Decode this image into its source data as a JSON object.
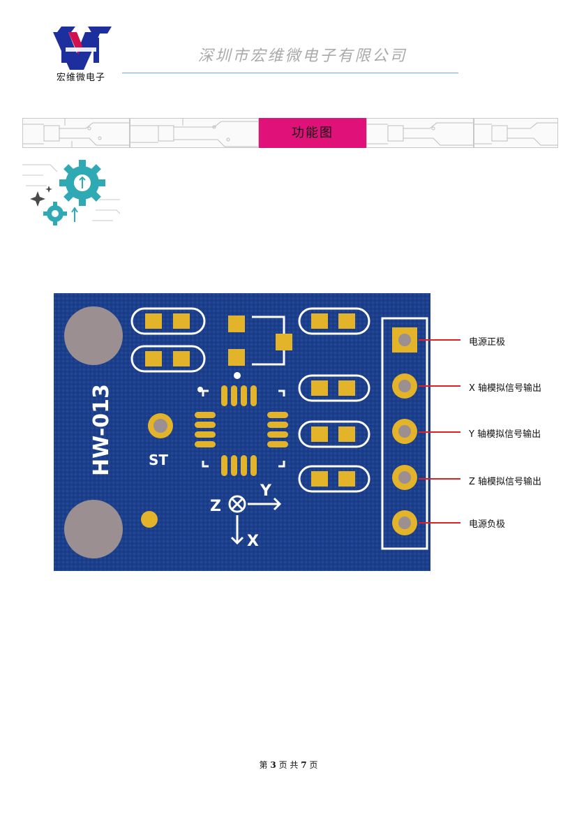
{
  "header": {
    "logo_caption": "宏维微电子",
    "company_name": "深圳市宏维微电子有限公司",
    "rule_color": "#6fa8dc"
  },
  "section": {
    "title": "功能图",
    "accent_color": "#e0127a"
  },
  "board": {
    "model_label": "HW-013",
    "test_pad_label": "ST",
    "axis_labels": {
      "z": "Z",
      "y": "Y",
      "x": "X"
    },
    "board_color": "#1b3f8a",
    "pad_color": "#e3b32a"
  },
  "pin_callouts": [
    "电源正极",
    "X 轴模拟信号输出",
    "Y 轴模拟信号输出",
    "Z 轴模拟信号输出",
    "电源负极"
  ],
  "footer": {
    "prefix": "第",
    "page": "3",
    "mid1": "页 共",
    "total": "7",
    "suffix": "页"
  }
}
